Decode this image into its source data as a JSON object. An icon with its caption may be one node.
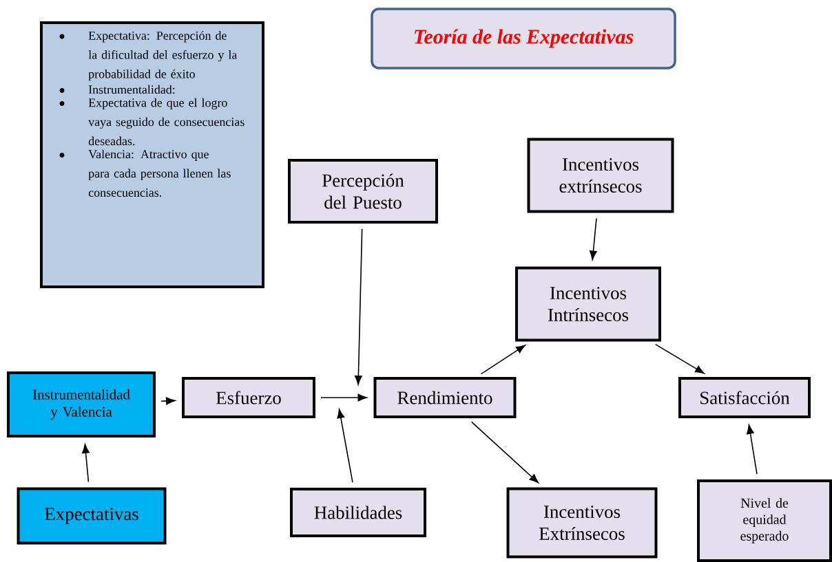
{
  "diagram": {
    "title": "Teoría de las Expectativas",
    "nodes": [
      {
        "text": [
          "Expectativa: Percepción de la dificultad del esfuerzo y la probabilidad de éxito",
          "Instrumentalidad:",
          "Expectativa de que el logro vaya seguido de consecuencias deseadas.",
          "Valencia: Atractivo que para cada persona llenen las consecuencias."
        ]
      },
      {
        "text": [
          "Incentivos extrínsecos"
        ]
      },
      {
        "text": [
          "Percepción del Puesto"
        ]
      },
      {
        "text": [
          "Incentivos Intrínsecos"
        ]
      },
      {
        "text": [
          "Instrumentalidad y Valencia"
        ]
      },
      {
        "text": [
          "Esfuerzo"
        ]
      },
      {
        "text": [
          "Rendimiento"
        ]
      },
      {
        "text": [
          "Satisfacción"
        ]
      },
      {
        "text": [
          "Nivel de equidad esperado"
        ]
      },
      {
        "text": [
          "Expectativas"
        ]
      },
      {
        "text": [
          "Habilidades"
        ]
      },
      {
        "text": [
          "Incentivos Extrínsecos"
        ]
      }
    ],
    "edges": [
      {
        "from": 9,
        "to": 4,
        "arrow": "to"
      },
      {
        "from": 4,
        "to": 5,
        "arrow": "to"
      },
      {
        "from": 5,
        "to": 6,
        "arrow": "to"
      },
      {
        "from": 2,
        "to": null,
        "arrow": "to"
      },
      {
        "from": 10,
        "to": null,
        "arrow": "to"
      },
      {
        "from": 6,
        "to": 3,
        "arrow": "to"
      },
      {
        "from": 1,
        "to": 3,
        "arrow": "to"
      },
      {
        "from": 3,
        "to": 7,
        "arrow": "to"
      },
      {
        "from": 6,
        "to": 11,
        "arrow": "to"
      },
      {
        "from": 8,
        "to": 7,
        "arrow": "to"
      }
    ]
  }
}
